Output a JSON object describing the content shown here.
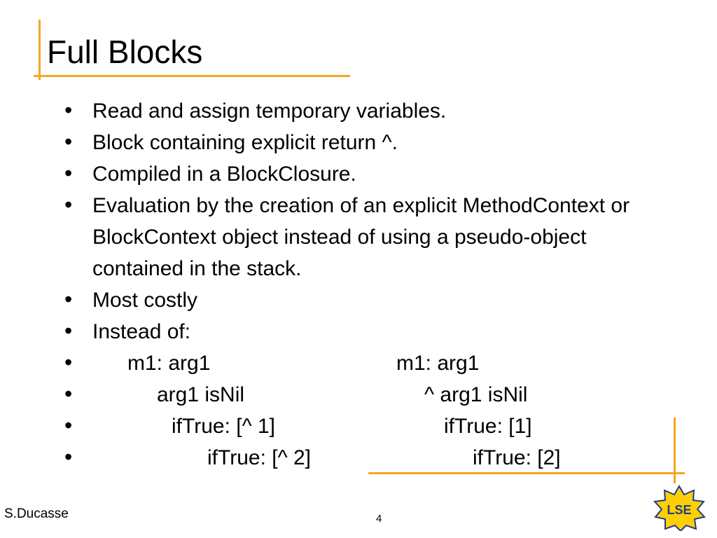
{
  "slide": {
    "title": "Full Blocks",
    "bullets": [
      "Read and assign temporary variables.",
      "Block containing explicit return ^.",
      "Compiled in a BlockClosure.",
      "Evaluation by the creation of an explicit MethodContext or BlockContext object instead of using a pseudo-object contained in the stack.",
      "Most costly",
      "Instead of:"
    ],
    "code_rows": [
      {
        "left": "m1: arg1",
        "right": "m1: arg1"
      },
      {
        "left": "arg1 isNil",
        "right": "^ arg1 isNil"
      },
      {
        "left": "ifTrue: [^ 1]",
        "right": "ifTrue: [1]"
      },
      {
        "left": "ifTrue: [^ 2]",
        "right": "ifTrue: [2]"
      }
    ],
    "bullet_glyph": "•"
  },
  "footer": {
    "author": "S.Ducasse",
    "page_number": "4",
    "logo_text": "LSE"
  },
  "colors": {
    "accent": "#F5A623",
    "logo_yellow": "#FFD000",
    "logo_blue": "#1E3C8C",
    "text": "#000000",
    "background": "#FFFFFF"
  }
}
